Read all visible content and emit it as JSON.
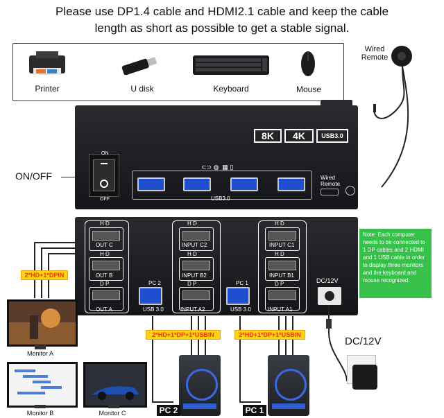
{
  "headline": {
    "line1": "Please use DP1.4 cable and HDMI2.1 cable and keep the cable",
    "line2": "length as short as possible to get a stable signal."
  },
  "peripherals": [
    {
      "label": "Printer",
      "icon": "printer-icon"
    },
    {
      "label": "U disk",
      "icon": "usb-disk-icon"
    },
    {
      "label": "Keyboard",
      "icon": "keyboard-icon"
    },
    {
      "label": "Mouse",
      "icon": "mouse-icon"
    }
  ],
  "wired_remote": {
    "line1": "Wired",
    "line2": "Remote"
  },
  "top_panel": {
    "badges": [
      "8K",
      "4K",
      "USB3.0"
    ],
    "usb_label": "USB3.0",
    "remote_port_line1": "Wired",
    "remote_port_line2": "Remote",
    "switch_on": "ON",
    "switch_off": "OFF"
  },
  "on_off_label": "ON/OFF",
  "bottom_panel": {
    "out_group": [
      {
        "type": "H D",
        "name": "OUT C"
      },
      {
        "type": "H D",
        "name": "OUT B"
      },
      {
        "type": "D P",
        "name": "OUT A"
      }
    ],
    "pc2_group": {
      "pc_label": "PC 2",
      "usb_label": "USB 3.0",
      "ports": [
        {
          "type": "H D",
          "name": "INPUT C2"
        },
        {
          "type": "H D",
          "name": "INPUT B2"
        },
        {
          "type": "D P",
          "name": "INPUT A2"
        }
      ]
    },
    "pc1_group": {
      "pc_label": "PC 1",
      "usb_label": "USB 3.0",
      "ports": [
        {
          "type": "H D",
          "name": "INPUT C1"
        },
        {
          "type": "H D",
          "name": "INPUT B1"
        },
        {
          "type": "D P",
          "name": "INPUT A1"
        }
      ]
    },
    "dc_label": "DC/12V"
  },
  "tags": {
    "monitor_cables": "2*HD+1*DPIN",
    "pc2_cables": "2*HD+1*DP+1*USBIN",
    "pc1_cables": "2*HD+1*DP+1*USBIN"
  },
  "note": "Note: Each computer needs to be connected to 1 DP cables and 2 HDMI and 1 USB cable in order to display three monitors and the keyboard and mouse recognized.",
  "dc_power_label": "DC/12V",
  "monitors": [
    {
      "label": "Monitor A"
    },
    {
      "label": "Monitor B"
    },
    {
      "label": "Monitor C"
    }
  ],
  "pcs": [
    {
      "label": "PC 2"
    },
    {
      "label": "PC 1"
    }
  ],
  "colors": {
    "usb_blue": "#1f4fd0",
    "tag_yellow": "#ffd21a",
    "tag_text_orange": "#e83b00",
    "note_green": "#37c04a",
    "device_black": "#1a1b1e"
  }
}
